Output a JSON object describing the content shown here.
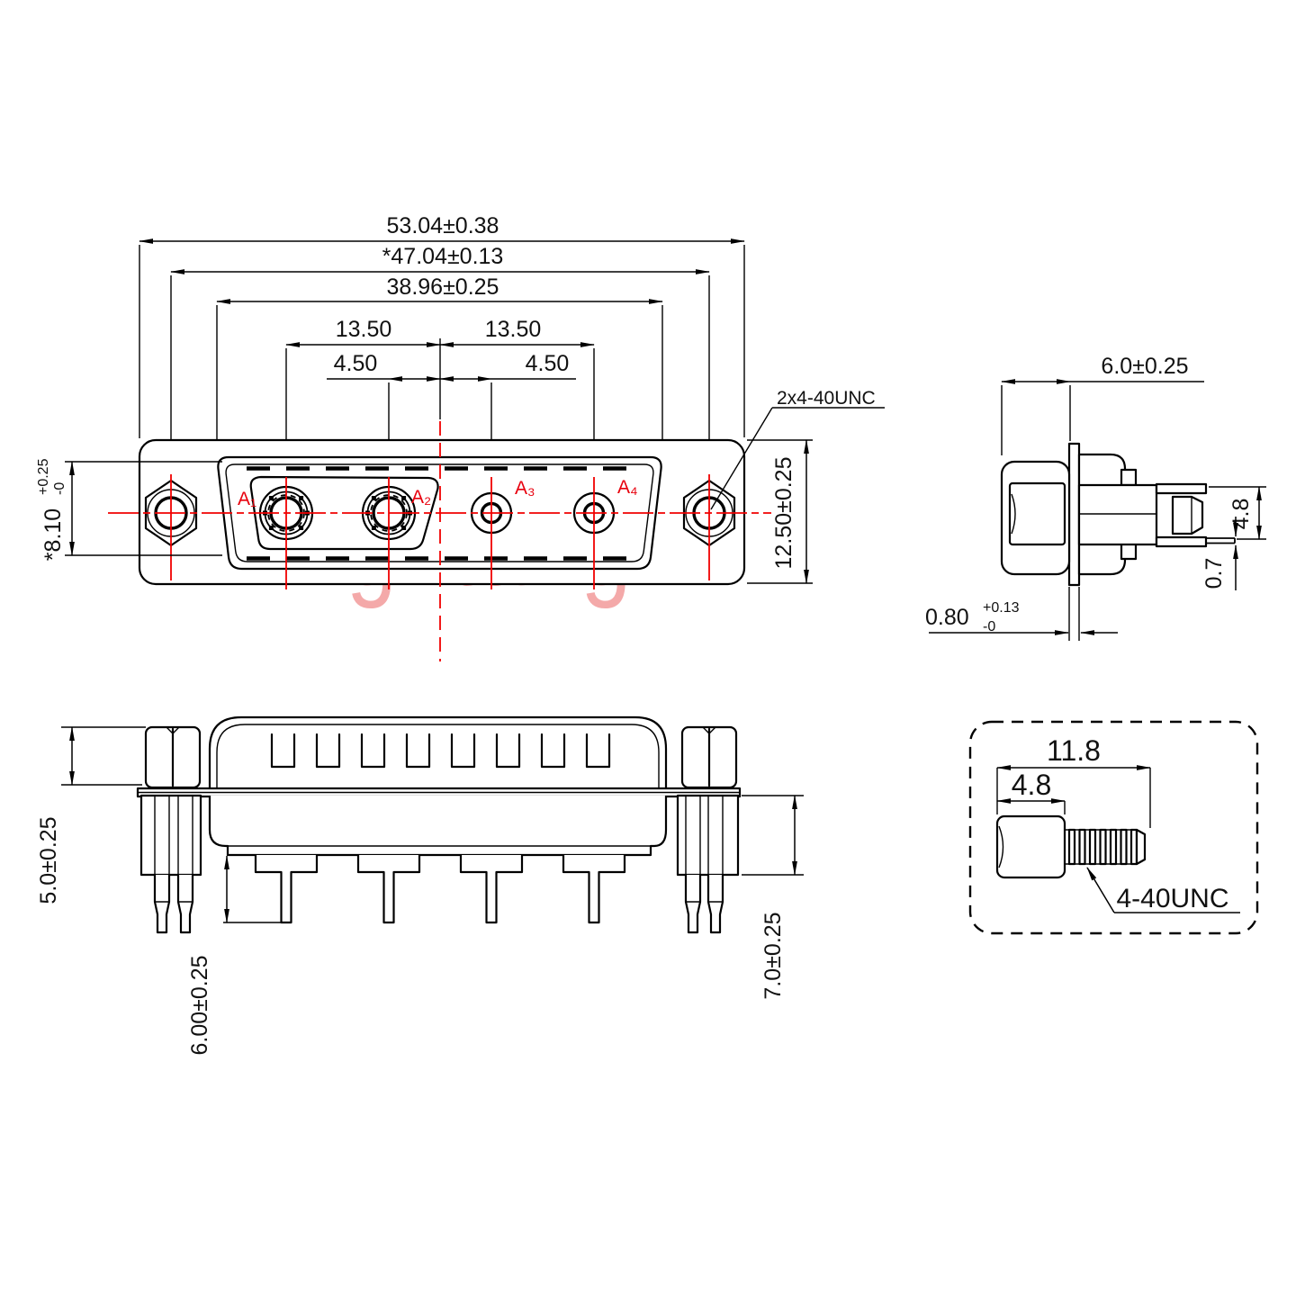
{
  "watermark": "Lightang",
  "front_view": {
    "dim_53": "53.04±0.38",
    "dim_47": "*47.04±0.13",
    "dim_38": "38.96±0.25",
    "dim_13_left": "13.50",
    "dim_13_right": "13.50",
    "dim_4_left": "4.50",
    "dim_4_right": "4.50",
    "dim_height": "12.50±0.25",
    "dim_slot_main": "*8.10",
    "dim_slot_tol_plus": "+0.25",
    "dim_slot_tol_minus": "-0",
    "thread_callout": "2x4-40UNC",
    "contact_labels": [
      "A₁",
      "A₂",
      "A₃",
      "A₄"
    ]
  },
  "side_view": {
    "dim_depth": "6.0±0.25",
    "dim_contact": "4.8",
    "dim_pin": "0.7",
    "dim_flange_main": "0.80",
    "dim_flange_tol_plus": "+0.13",
    "dim_flange_tol_minus": "-0"
  },
  "bottom_view": {
    "dim_standoff": "5.0±0.25",
    "dim_tail": "6.00±0.25",
    "dim_boss": "7.0±0.25"
  },
  "detail_view": {
    "dim_total": "11.8",
    "dim_hex": "4.8",
    "thread_spec": "4-40UNC"
  }
}
